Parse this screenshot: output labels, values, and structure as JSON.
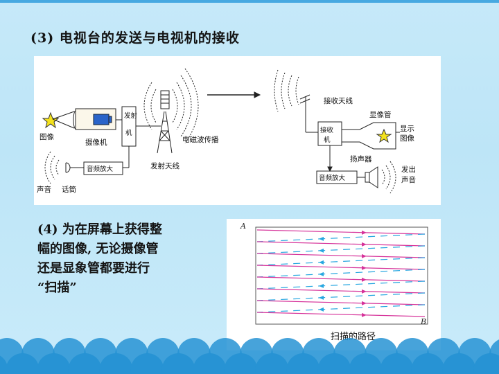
{
  "slide": {
    "heading": "(3) 电视台的发送与电视机的接收",
    "caption_lines": [
      "(4) 为在屏幕上获得整",
      "幅的图像, 无论摄像管",
      "还是显象管都要进行",
      "“扫描”"
    ]
  },
  "transmission_diagram": {
    "labels": {
      "image": "图像",
      "camera": "摄像机",
      "transmitter": "发射机",
      "sound": "声音",
      "microphone": "话筒",
      "audio_amp_tx": "音频放大",
      "tx_antenna": "发射天线",
      "em_wave": "电磁波传播",
      "rx_antenna": "接收天线",
      "picture_tube": "显像管",
      "receiver": "接收机",
      "display_image": "显示图像",
      "speaker": "扬声器",
      "audio_amp_rx": "音频放大",
      "emit_sound": "发出声音"
    }
  },
  "scan_diagram": {
    "start_label": "A",
    "end_label": "B",
    "caption": "扫描的路径",
    "colors": {
      "forward_line": "#d6339a",
      "retrace_line": "#26a6e0",
      "frame": "#555555"
    }
  },
  "theme": {
    "background": "#c6e9f9",
    "wave_color": "#2793d4",
    "top_bar": "#47a9e1"
  }
}
